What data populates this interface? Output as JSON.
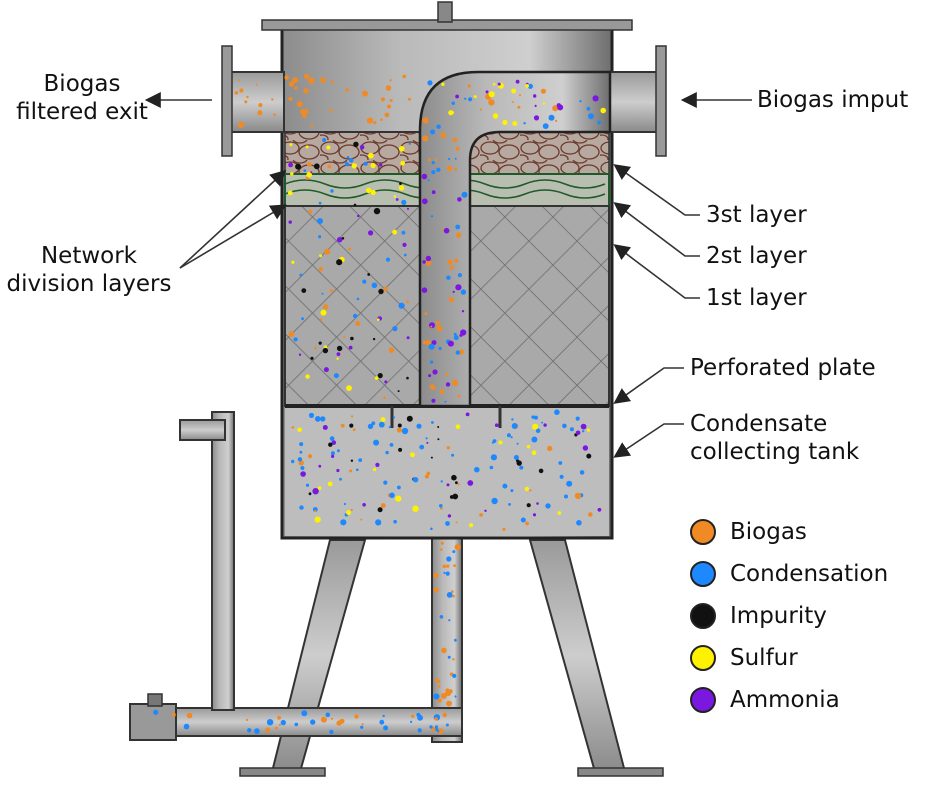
{
  "labels": {
    "biogas_exit": [
      "Biogas",
      "filtered exit"
    ],
    "biogas_input": "Biogas imput",
    "network_layers": [
      "Network",
      "division layers"
    ],
    "layer3": "3st layer",
    "layer2": "2st layer",
    "layer1": "1st layer",
    "perforated_plate": "Perforated plate",
    "condensate_tank": [
      "Condensate",
      "collecting tank"
    ]
  },
  "legend": [
    {
      "label": "Biogas",
      "color": "#f08a24"
    },
    {
      "label": "Condensation",
      "color": "#1e88ff"
    },
    {
      "label": "Impurity",
      "color": "#111111"
    },
    {
      "label": "Sulfur",
      "color": "#fff200"
    },
    {
      "label": "Ammonia",
      "color": "#7a18e0"
    }
  ]
}
